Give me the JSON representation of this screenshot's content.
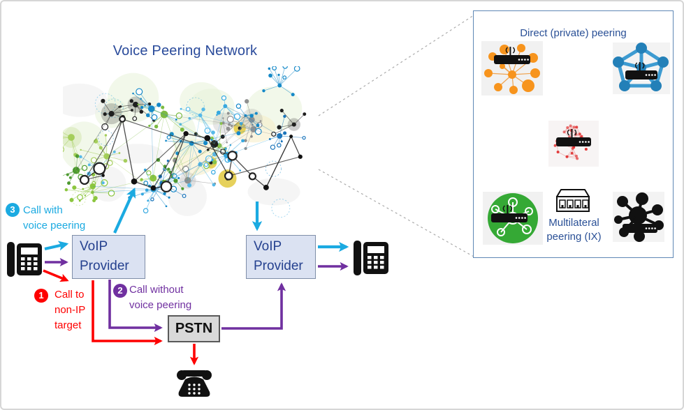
{
  "title": "Voice Peering Network",
  "nodes": {
    "voip_left": {
      "label": "VoIP Provider"
    },
    "voip_right": {
      "label": "VoIP Provider"
    },
    "pstn": {
      "label": "PSTN"
    }
  },
  "callouts": [
    {
      "number": "1",
      "label": "Call to non-IP target",
      "lines": "Call to\nnon-IP\ntarget",
      "color": "#ff0000"
    },
    {
      "number": "2",
      "label": "Call without voice peering",
      "lines": "Call without\nvoice peering",
      "color": "#7030a0"
    },
    {
      "number": "3",
      "label": "Call with voice peering",
      "lines": "Call with\nvoice peering",
      "color": "#1baae1"
    }
  ],
  "panel": {
    "direct_peering_label": "Direct (private) peering",
    "multilateral_peering_label": "Multilateral peering (IX)"
  },
  "colors": {
    "cyan": "#1baae1",
    "purple": "#7030a0",
    "red": "#fe0000",
    "title_blue": "#2a4b9b",
    "panel_text": "#2a5096",
    "panel_border": "#5e87b5",
    "voip_fill": "#dbe2f2",
    "voip_border": "#7f8ea8",
    "voip_text": "#25418f",
    "pstn_fill": "#d9d9d9",
    "pstn_border": "#595959",
    "connector_blue": "#4472c4",
    "dashed_gray": "#ababab",
    "network_palette": {
      "greens": [
        "#7cbb42",
        "#8cc63f",
        "#4e9a31",
        "#a5ce5b"
      ],
      "blues": [
        "#35a8e0",
        "#56b9e8",
        "#1b75bb",
        "#1589c8"
      ],
      "dark": "#1f1f1f",
      "gray": "#909090",
      "yellow": "#e2c93f"
    }
  }
}
